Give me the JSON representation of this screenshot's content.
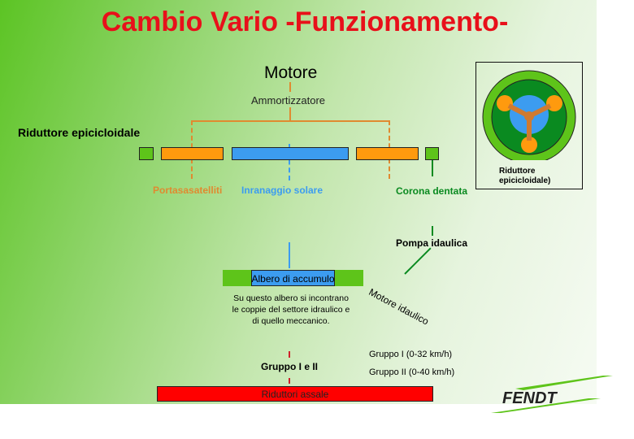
{
  "title": "Cambio Vario -Funzionamento-",
  "motore": "Motore",
  "ammortizzatore": "Ammortizzatore",
  "riduttore_epicicloidale": "Riduttore epicicloidale",
  "portasatelliti": "Portasasatelliti",
  "ingranaggio_solare": "Inranaggio solare",
  "corona_dentata": "Corona dentata",
  "pompa": "Pompa idaulica",
  "albero": "Albero di accumulo",
  "albero_note": "Su questo albero si incontrano le coppie del settore idraulico e di quello meccanico.",
  "motore_idraulico": "Motore idaulico",
  "gruppo_label": "Gruppo I e II",
  "gruppo_1": "Gruppo I (0-32 km/h)",
  "gruppo_2": "Gruppo II (0-40 km/h)",
  "riduttori_assale": "Riduttori assale",
  "inset_caption": "Riduttore epicicloidale)",
  "logo": "FENDT",
  "colors": {
    "orange": "#ff9a0e",
    "blue": "#3c9cf0",
    "green": "#5ec41a",
    "dark_green": "#0a8a20",
    "red": "#f00",
    "title": "#e8101a"
  }
}
